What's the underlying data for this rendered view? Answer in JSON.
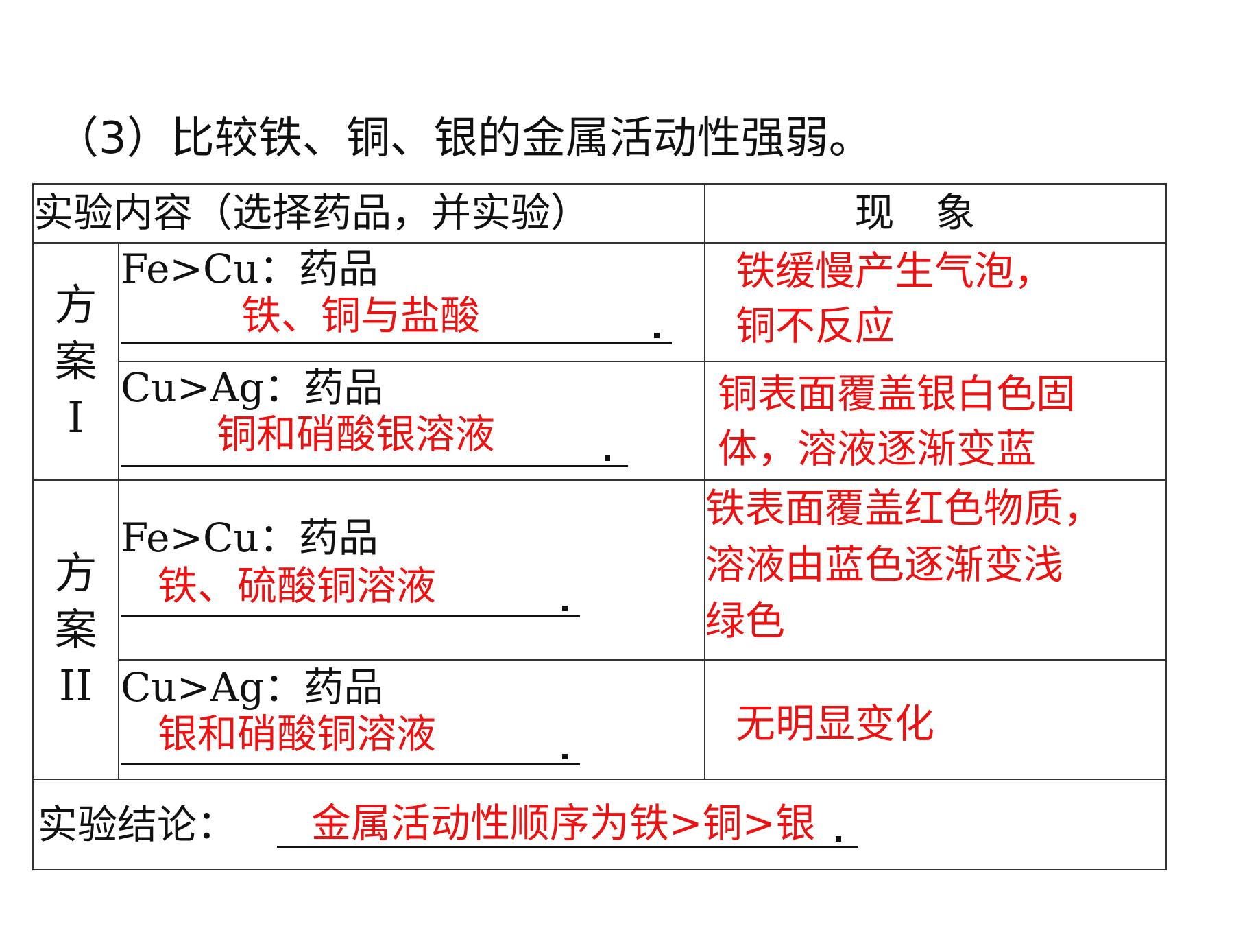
{
  "heading": "（3）比较铁、铜、银的金属活动性强弱。",
  "table": {
    "header_content": "实验内容（选择药品，并实验）",
    "header_phenomenon": "现象",
    "scheme1": {
      "label_line1": "方",
      "label_line2": "案",
      "label_line3": "I"
    },
    "scheme2": {
      "label_line1": "方",
      "label_line2": "案",
      "label_line3": "II"
    },
    "rows": [
      {
        "drug_label": "Fe>Cu：药品",
        "drug_answer": "铁、铜与盐酸",
        "phenomenon_line1": "铁缓慢产生气泡，",
        "phenomenon_line2": "铜不反应",
        "phenomenon_line3": ""
      },
      {
        "drug_label": "Cu>Ag：药品",
        "drug_answer": "铜和硝酸银溶液",
        "phenomenon_line1": "铜表面覆盖银白色固",
        "phenomenon_line2": "体，溶液逐渐变蓝",
        "phenomenon_line3": ""
      },
      {
        "drug_label": "Fe>Cu：药品",
        "drug_answer": "铁、硫酸铜溶液",
        "phenomenon_line1": "铁表面覆盖红色物质，",
        "phenomenon_line2": "溶液由蓝色逐渐变浅",
        "phenomenon_line3": "绿色"
      },
      {
        "drug_label": "Cu>Ag：药品",
        "drug_answer": "银和硝酸铜溶液",
        "phenomenon_line1": "无明显变化",
        "phenomenon_line2": "",
        "phenomenon_line3": ""
      }
    ],
    "conclusion_label": "实验结论：",
    "conclusion_answer": "金属活动性顺序为铁>铜>银"
  },
  "colors": {
    "answer": "#ee1111",
    "text": "#111111",
    "border": "#333333"
  }
}
